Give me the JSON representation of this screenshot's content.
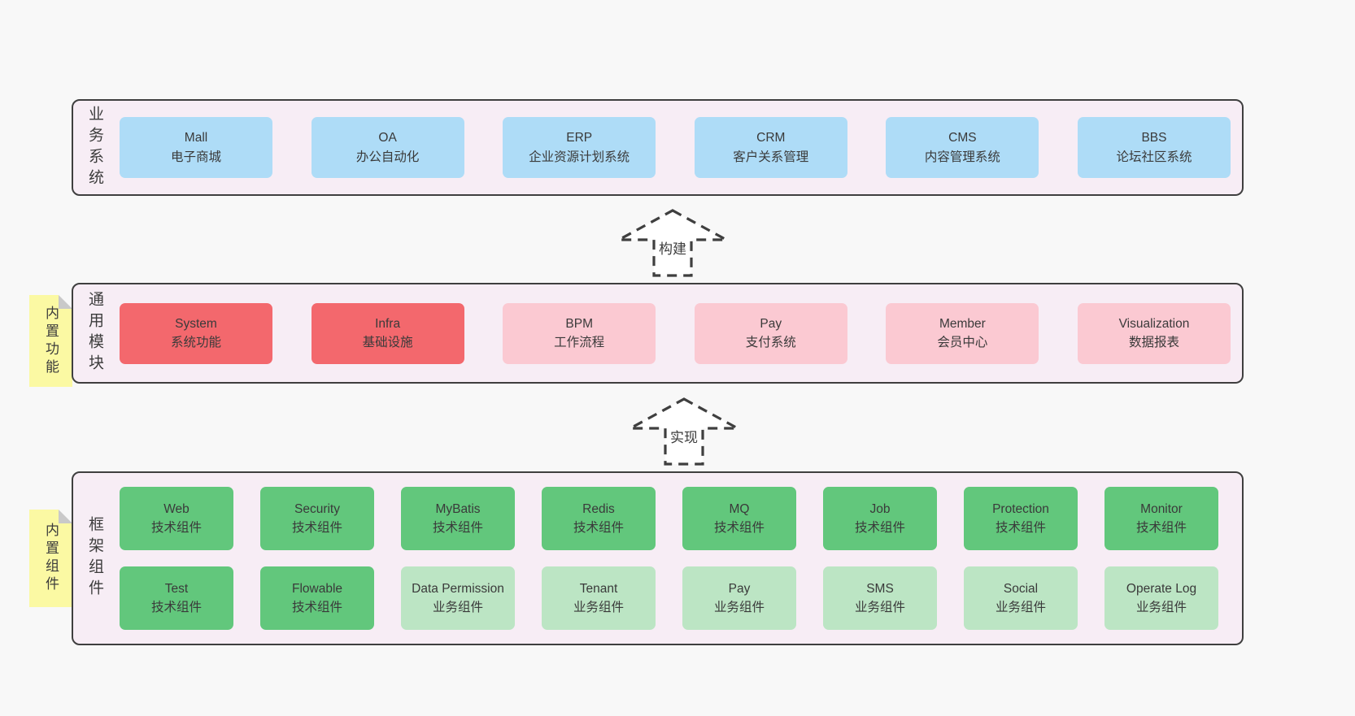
{
  "colors": {
    "page_bg": "#f8f8f8",
    "container_bg": "#f7edf5",
    "container_border": "#3f3f3f",
    "blue": "#aedcf7",
    "red": "#f3686d",
    "pink": "#fbc9d2",
    "green": "#62c77c",
    "green_light": "#bce5c4",
    "sticky_yellow": "#fbf9a3",
    "sticky_fold": "#c9c9c9",
    "text": "#3c3c3c"
  },
  "layers": {
    "business": {
      "label": "业务系统",
      "boxes": [
        {
          "name": "Mall",
          "desc": "电子商城",
          "variant": "blue"
        },
        {
          "name": "OA",
          "desc": "办公自动化",
          "variant": "blue"
        },
        {
          "name": "ERP",
          "desc": "企业资源计划系统",
          "variant": "blue"
        },
        {
          "name": "CRM",
          "desc": "客户关系管理",
          "variant": "blue"
        },
        {
          "name": "CMS",
          "desc": "内容管理系统",
          "variant": "blue"
        },
        {
          "name": "BBS",
          "desc": "论坛社区系统",
          "variant": "blue"
        }
      ]
    },
    "modules": {
      "label": "通用模块",
      "sticky": "内置功能",
      "boxes": [
        {
          "name": "System",
          "desc": "系统功能",
          "variant": "red"
        },
        {
          "name": "Infra",
          "desc": "基础设施",
          "variant": "red"
        },
        {
          "name": "BPM",
          "desc": "工作流程",
          "variant": "pink"
        },
        {
          "name": "Pay",
          "desc": "支付系统",
          "variant": "pink"
        },
        {
          "name": "Member",
          "desc": "会员中心",
          "variant": "pink"
        },
        {
          "name": "Visualization",
          "desc": "数据报表",
          "variant": "pink"
        }
      ]
    },
    "framework": {
      "label": "框架组件",
      "sticky": "内置组件",
      "rows": [
        [
          {
            "name": "Web",
            "desc": "技术组件",
            "variant": "green"
          },
          {
            "name": "Security",
            "desc": "技术组件",
            "variant": "green"
          },
          {
            "name": "MyBatis",
            "desc": "技术组件",
            "variant": "green"
          },
          {
            "name": "Redis",
            "desc": "技术组件",
            "variant": "green"
          },
          {
            "name": "MQ",
            "desc": "技术组件",
            "variant": "green"
          },
          {
            "name": "Job",
            "desc": "技术组件",
            "variant": "green"
          },
          {
            "name": "Protection",
            "desc": "技术组件",
            "variant": "green"
          },
          {
            "name": "Monitor",
            "desc": "技术组件",
            "variant": "green"
          }
        ],
        [
          {
            "name": "Test",
            "desc": "技术组件",
            "variant": "green"
          },
          {
            "name": "Flowable",
            "desc": "技术组件",
            "variant": "green"
          },
          {
            "name": "Data Permission",
            "desc": "业务组件",
            "variant": "green-light"
          },
          {
            "name": "Tenant",
            "desc": "业务组件",
            "variant": "green-light"
          },
          {
            "name": "Pay",
            "desc": "业务组件",
            "variant": "green-light"
          },
          {
            "name": "SMS",
            "desc": "业务组件",
            "variant": "green-light"
          },
          {
            "name": "Social",
            "desc": "业务组件",
            "variant": "green-light"
          },
          {
            "name": "Operate Log",
            "desc": "业务组件",
            "variant": "green-light"
          }
        ]
      ]
    }
  },
  "arrows": [
    {
      "label": "构建"
    },
    {
      "label": "实现"
    }
  ]
}
